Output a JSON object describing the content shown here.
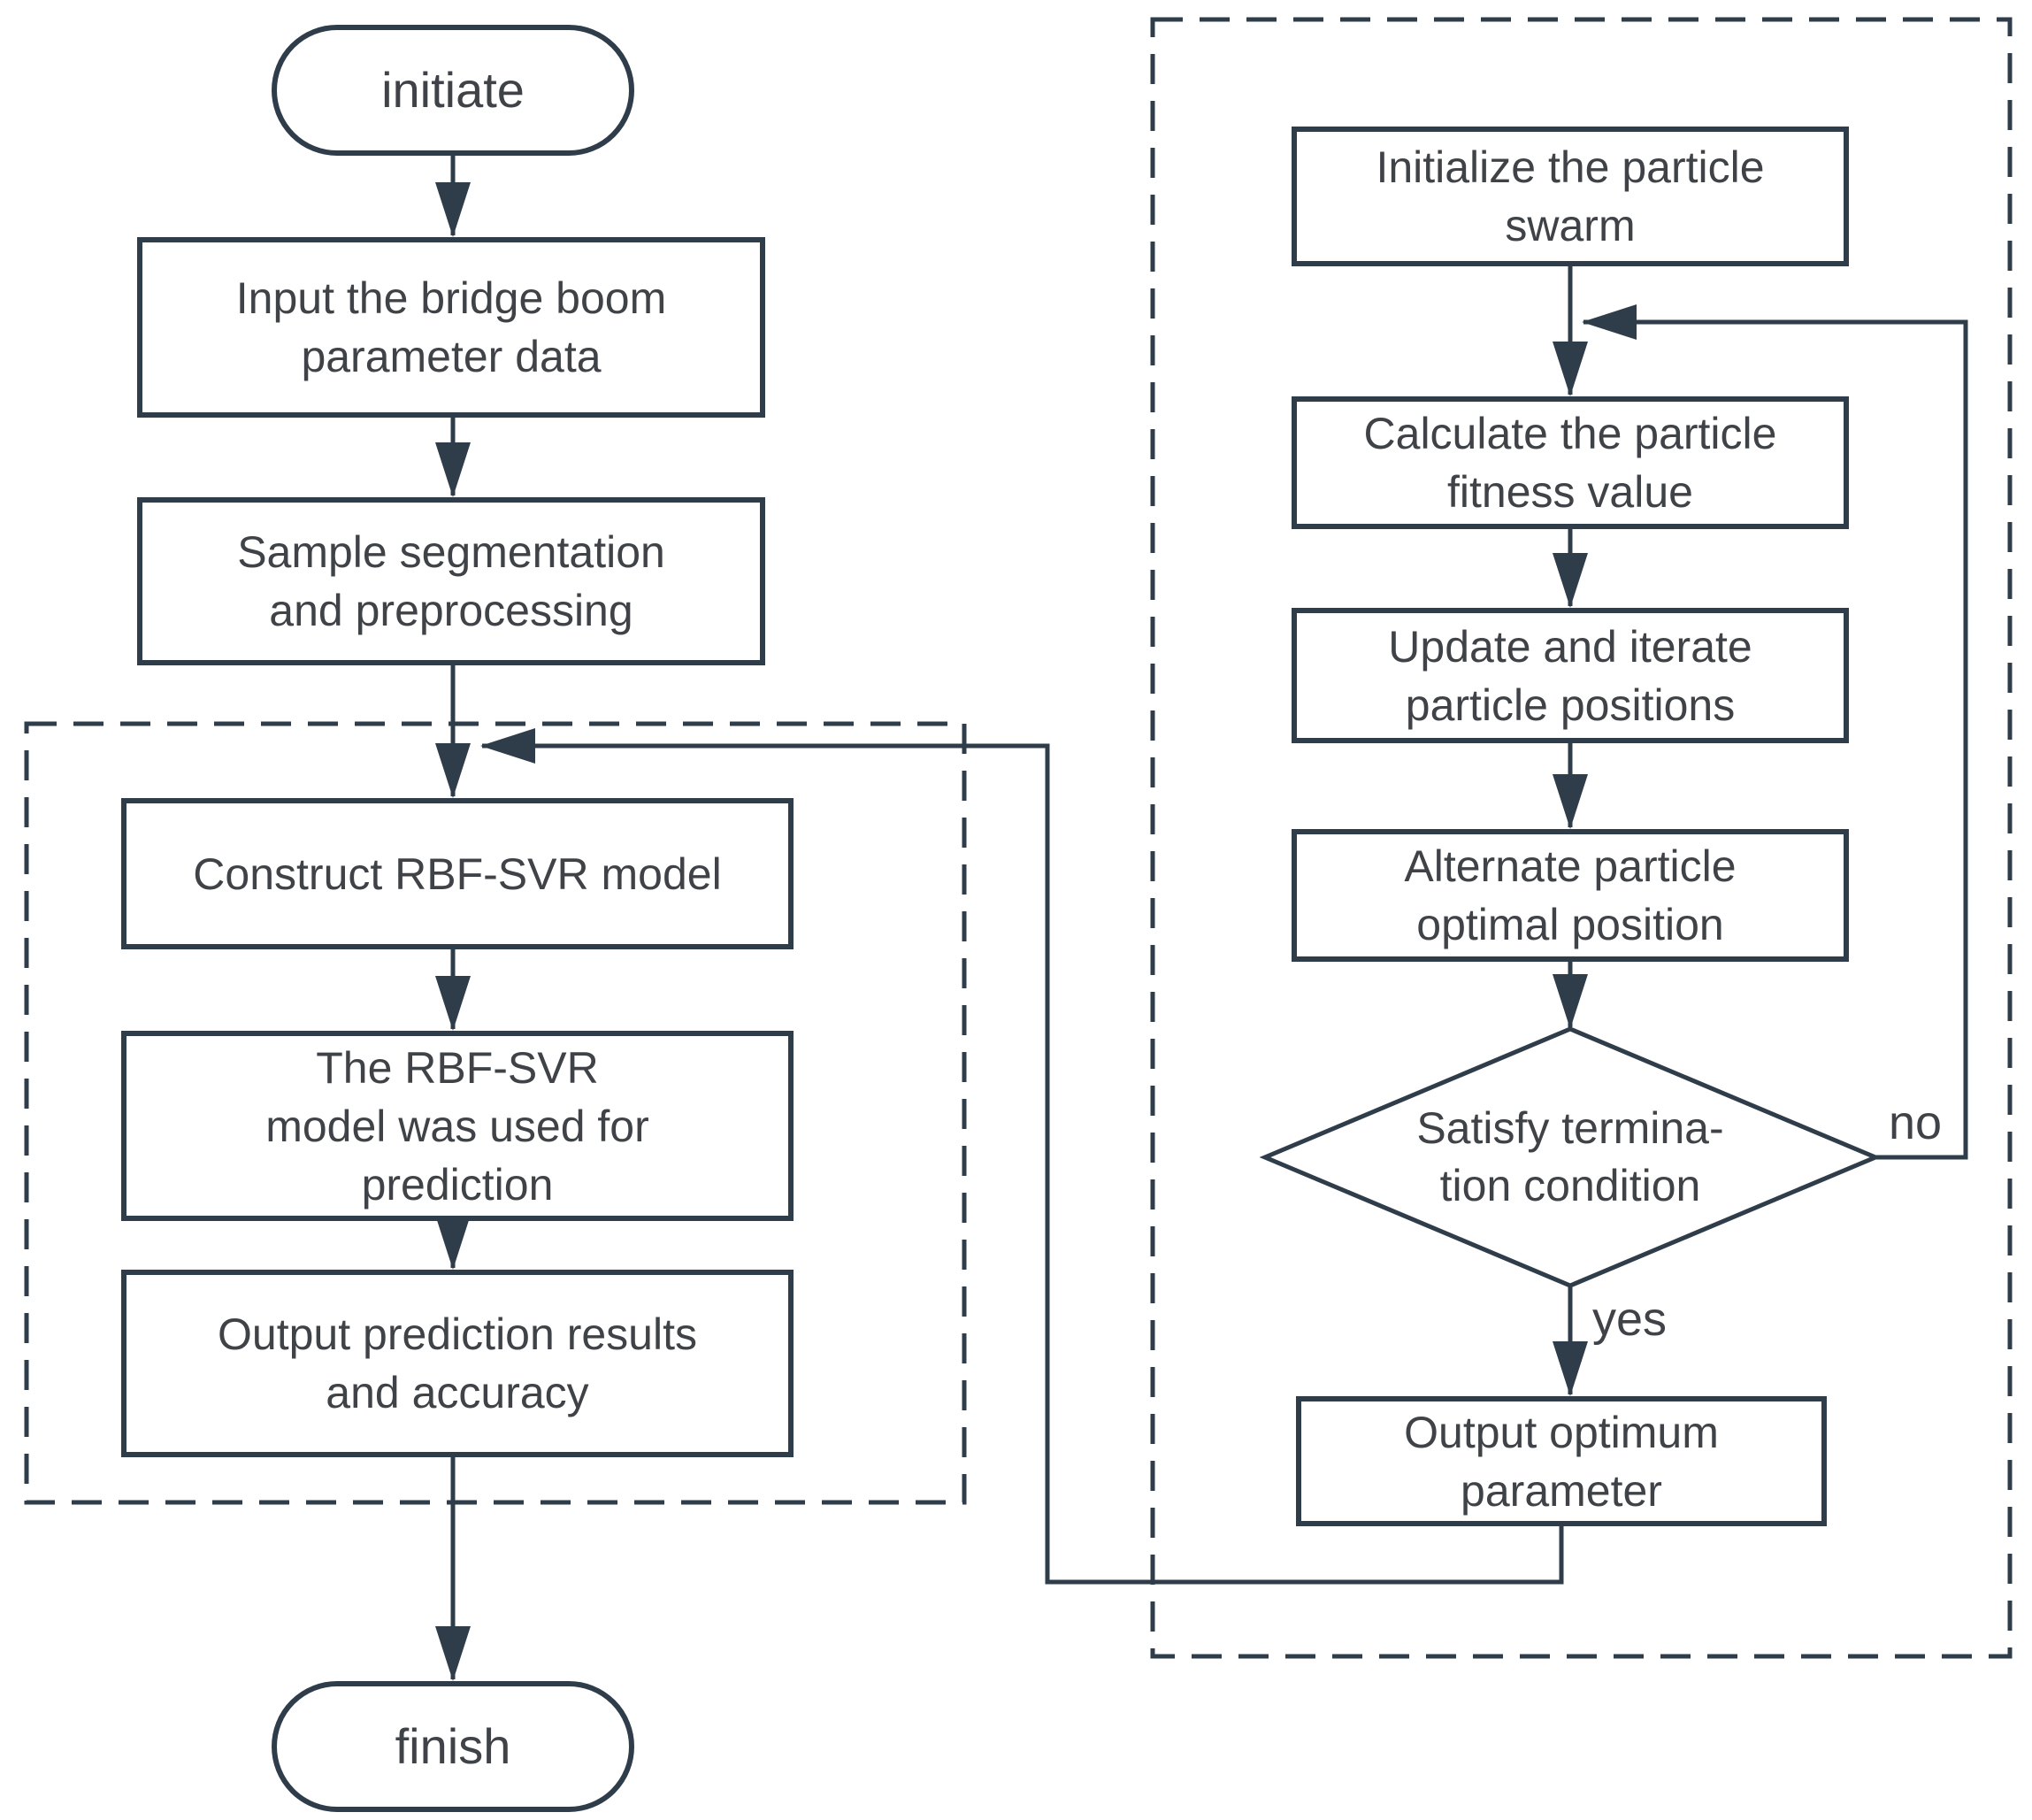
{
  "diagram_type": "flowchart",
  "colors": {
    "background": "#ffffff",
    "line": "#2f3c49",
    "text": "#3f4347"
  },
  "nodes": {
    "initiate": "initiate",
    "input_data": "Input the bridge boom\nparameter data",
    "sample_seg": "Sample segmentation\nand preprocessing",
    "construct_model": "Construct RBF-SVR model",
    "model_predict": "The RBF-SVR\nmodel was used for\nprediction",
    "output_prediction": "Output prediction results\nand accuracy",
    "finish": "finish",
    "init_swarm": "Initialize the particle\nswarm",
    "calc_fitness": "Calculate the particle\nfitness value",
    "update_positions": "Update and iterate\nparticle positions",
    "alternate_position": "Alternate particle\noptimal position",
    "satisfy_condition": "Satisfy termina-\ntion condition",
    "output_optimum": "Output optimum\nparameter"
  },
  "edge_labels": {
    "yes": "yes",
    "no": "no"
  }
}
